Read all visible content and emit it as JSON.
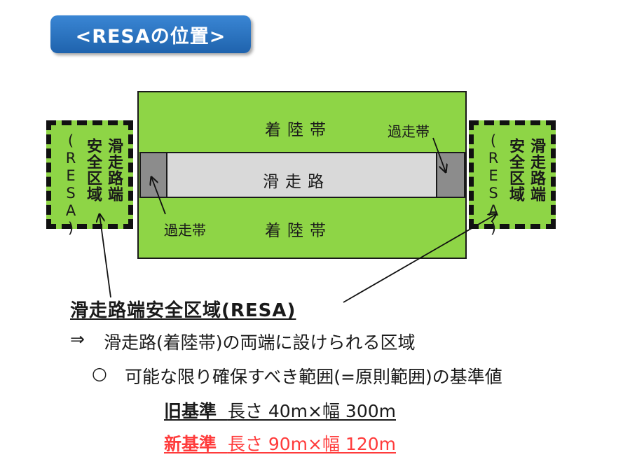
{
  "title": "<RESAの位置>",
  "diagram": {
    "landing_strip_top": "着陸帯",
    "landing_strip_bottom": "着陸帯",
    "runway": "滑走路",
    "overrun_right": "過走帯",
    "overrun_left": "過走帯",
    "resa_left": {
      "col1": "滑走路端",
      "col2": "安全区域",
      "col3": "(RESA)"
    },
    "resa_right": {
      "col1": "滑走路端",
      "col2": "安全区域",
      "col3": "(RESA)"
    }
  },
  "text": {
    "heading": "滑走路端安全区域(RESA)",
    "definition_prefix": "⇒",
    "definition": "滑走路(着陸帯)の両端に設けられる区域",
    "bullet_symbol": "○",
    "bullet": "可能な限り確保すべき範囲(=原則範囲)の基準値",
    "old_label": "旧基準",
    "old_value": "長さ 40m×幅 300m",
    "new_label": "新基準",
    "new_value": "長さ 90m×幅 120m"
  },
  "colors": {
    "strip_green": "#8ed546",
    "runway_gray": "#d9d9d9",
    "overrun_gray": "#8c8c8c",
    "title_blue": "#1f63ad",
    "new_standard_red": "#ff3b3b"
  }
}
